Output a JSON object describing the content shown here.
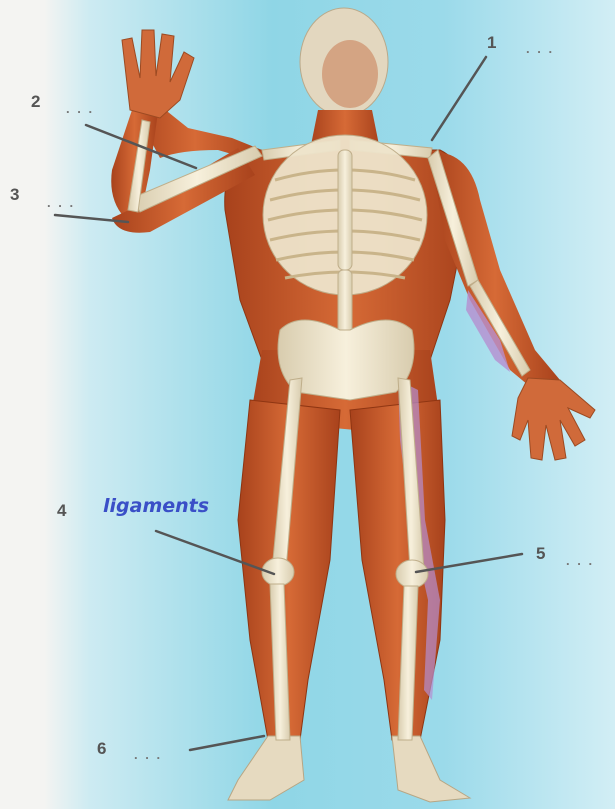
{
  "labels": [
    {
      "number": "1",
      "blank": ". . ."
    },
    {
      "number": "2",
      "blank": ". . ."
    },
    {
      "number": "3",
      "blank": ". . ."
    },
    {
      "number": "4",
      "blank": "",
      "answer": "ligaments"
    },
    {
      "number": "5",
      "blank": ". . ."
    },
    {
      "number": "6",
      "blank": ". . ."
    }
  ],
  "colors": {
    "background": "#8fd6e6",
    "muscle": "#c8582a",
    "bone": "#efe6cf",
    "leader_line": "#555555",
    "answer_text": "#3a4fc7",
    "highlight_muscle": "#b58fd0"
  }
}
